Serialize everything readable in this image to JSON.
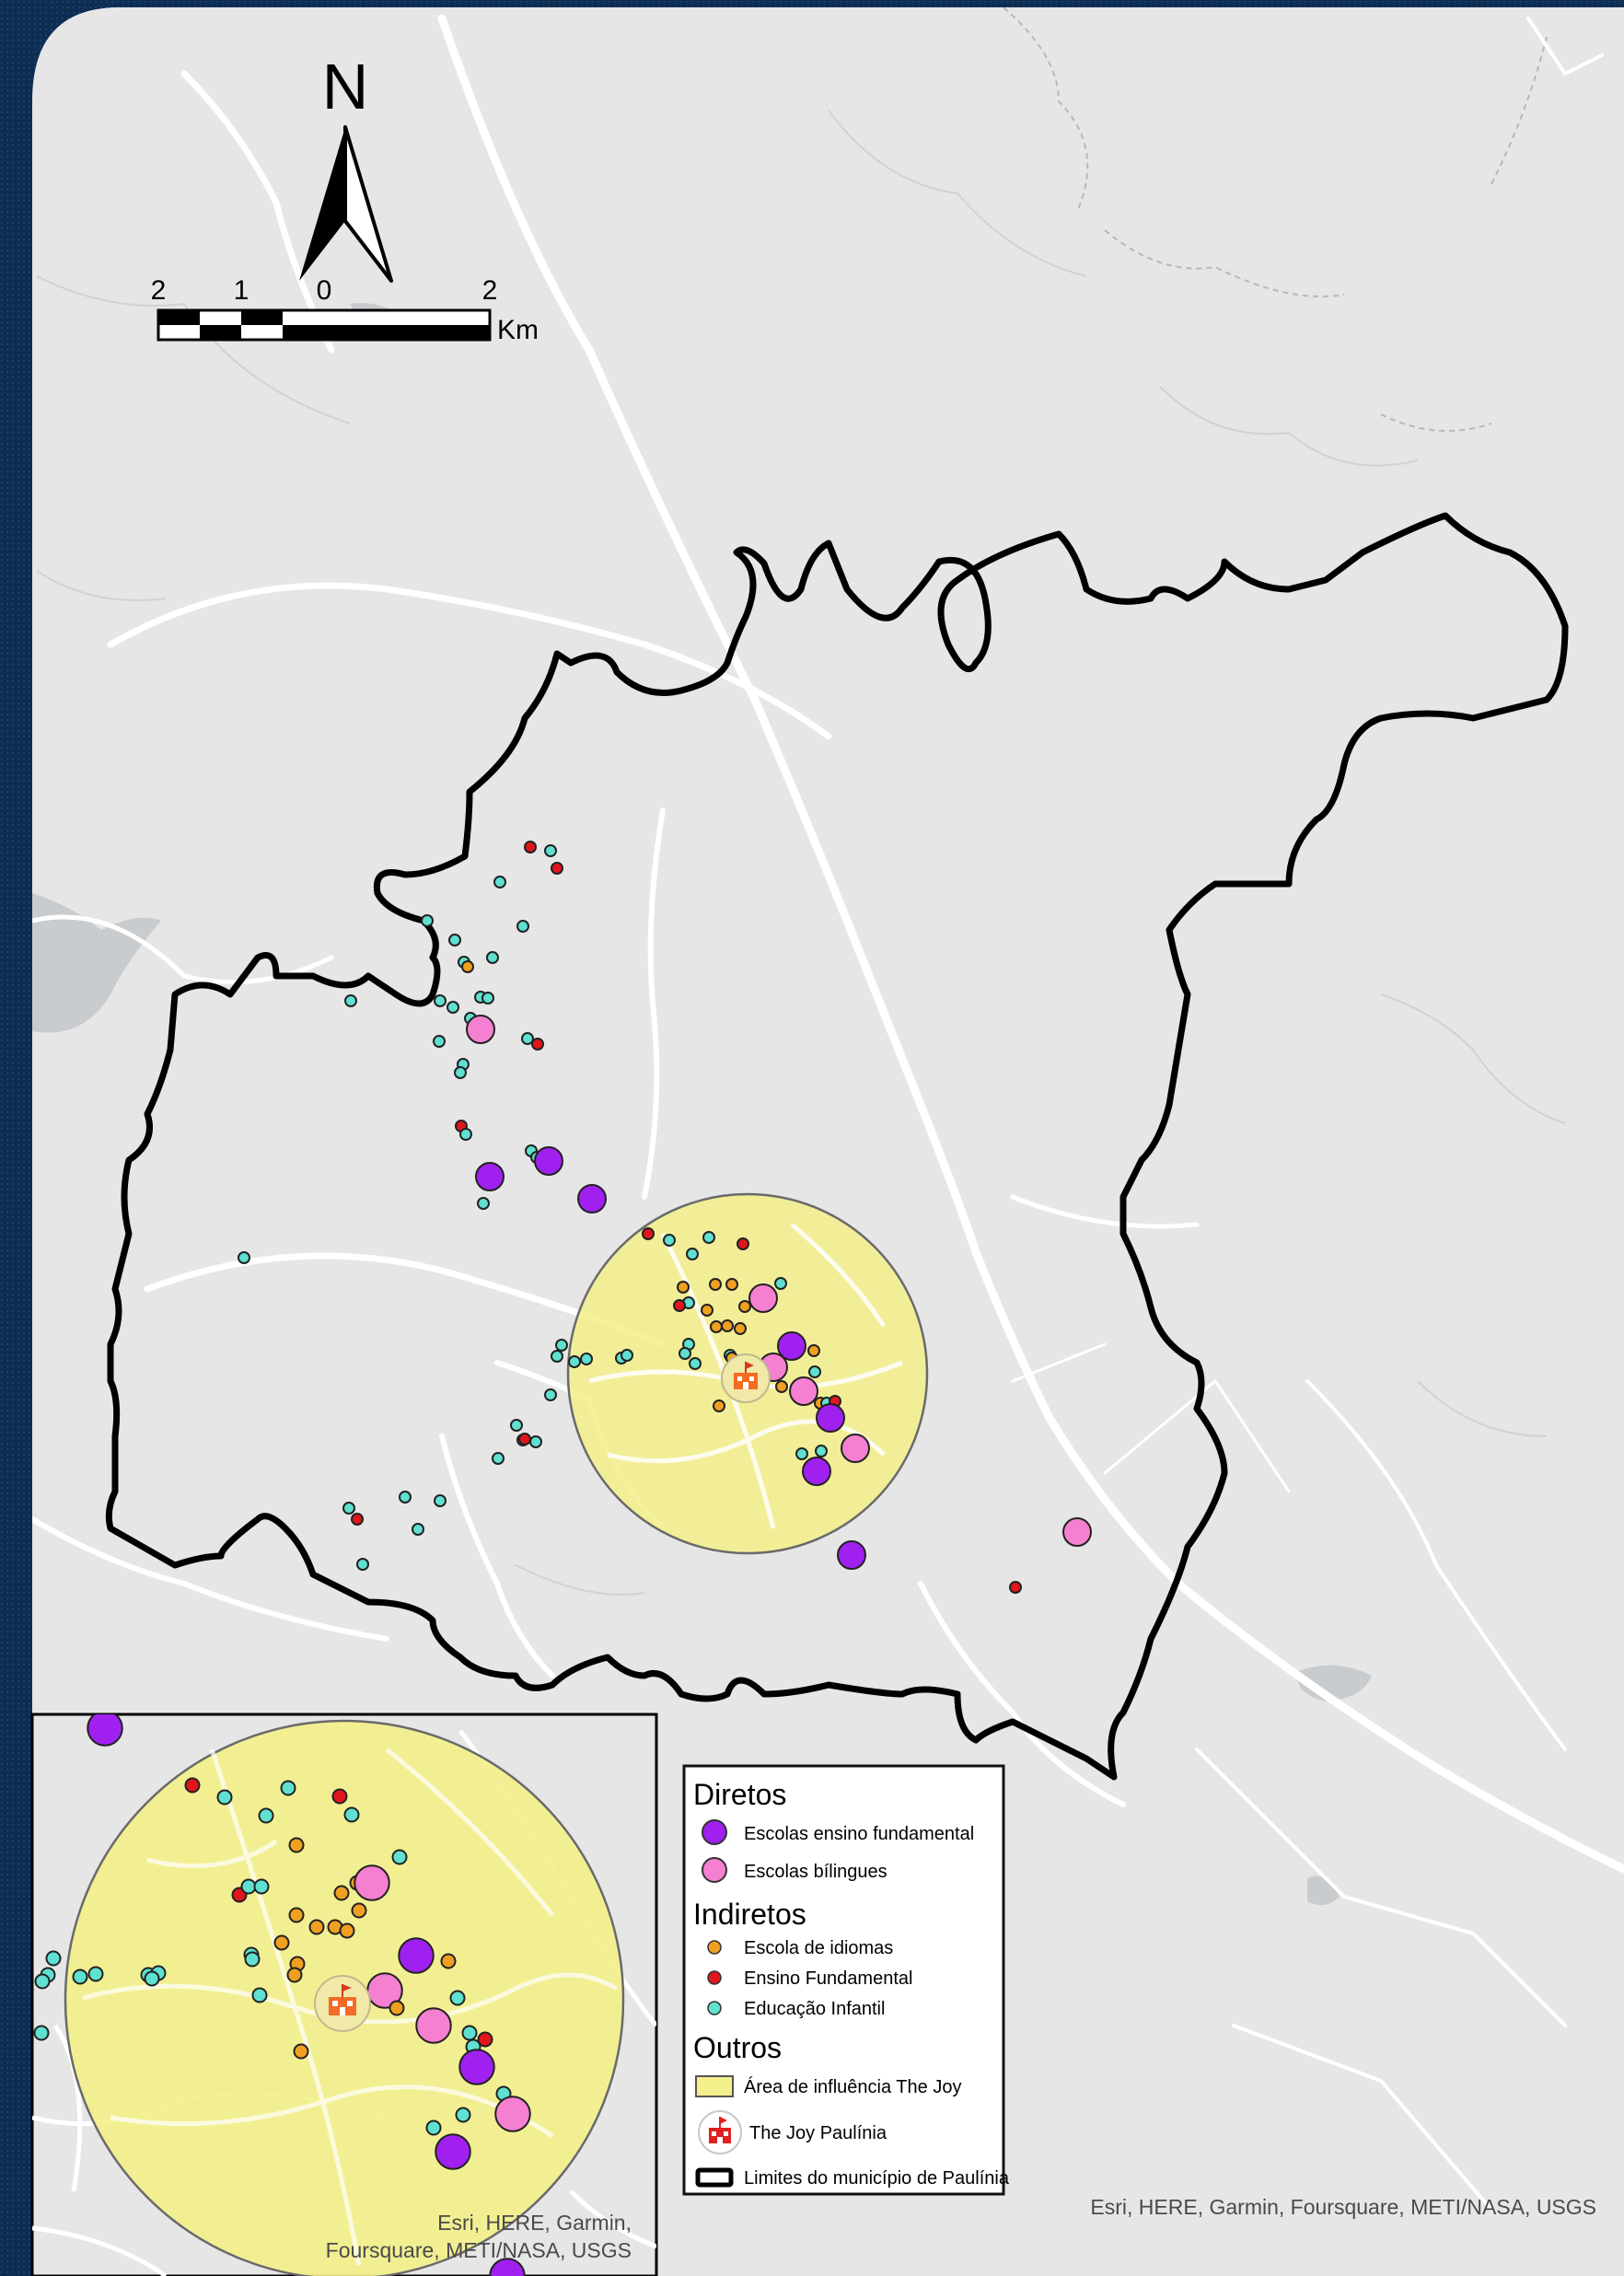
{
  "north_arrow": {
    "letter": "N"
  },
  "scale_bar": {
    "ticks": [
      "2",
      "1",
      "0",
      "2"
    ],
    "unit": "Km"
  },
  "legend": {
    "direct_title": "Diretos",
    "direct_items": [
      {
        "label": "Escolas ensino fundamental",
        "color": "#a020f0"
      },
      {
        "label": "Escolas bílingues",
        "color": "#f57fd0"
      }
    ],
    "indirect_title": "Indiretos",
    "indirect_items": [
      {
        "label": "Escola de idiomas",
        "color": "#f0a020"
      },
      {
        "label": "Ensino Fundamental",
        "color": "#e0161c"
      },
      {
        "label": "Educação Infantil",
        "color": "#5fe0d0"
      }
    ],
    "other_title": "Outros",
    "other_items": [
      {
        "label": "Área de influência The Joy",
        "color": "#f3ef8a"
      },
      {
        "label": "The Joy Paulínia",
        "color": "#e02020"
      },
      {
        "label": "Limites do município de Paulínia",
        "color": "#000000"
      }
    ]
  },
  "attribution_main": "Esri, HERE, Garmin, Foursquare, METI/NASA, USGS",
  "attribution_inset_line1": "Esri, HERE, Garmin,",
  "attribution_inset_line2": "Foursquare, METI/NASA, USGS",
  "icons": {
    "school": "school-building-icon",
    "north": "north-arrow-icon"
  }
}
